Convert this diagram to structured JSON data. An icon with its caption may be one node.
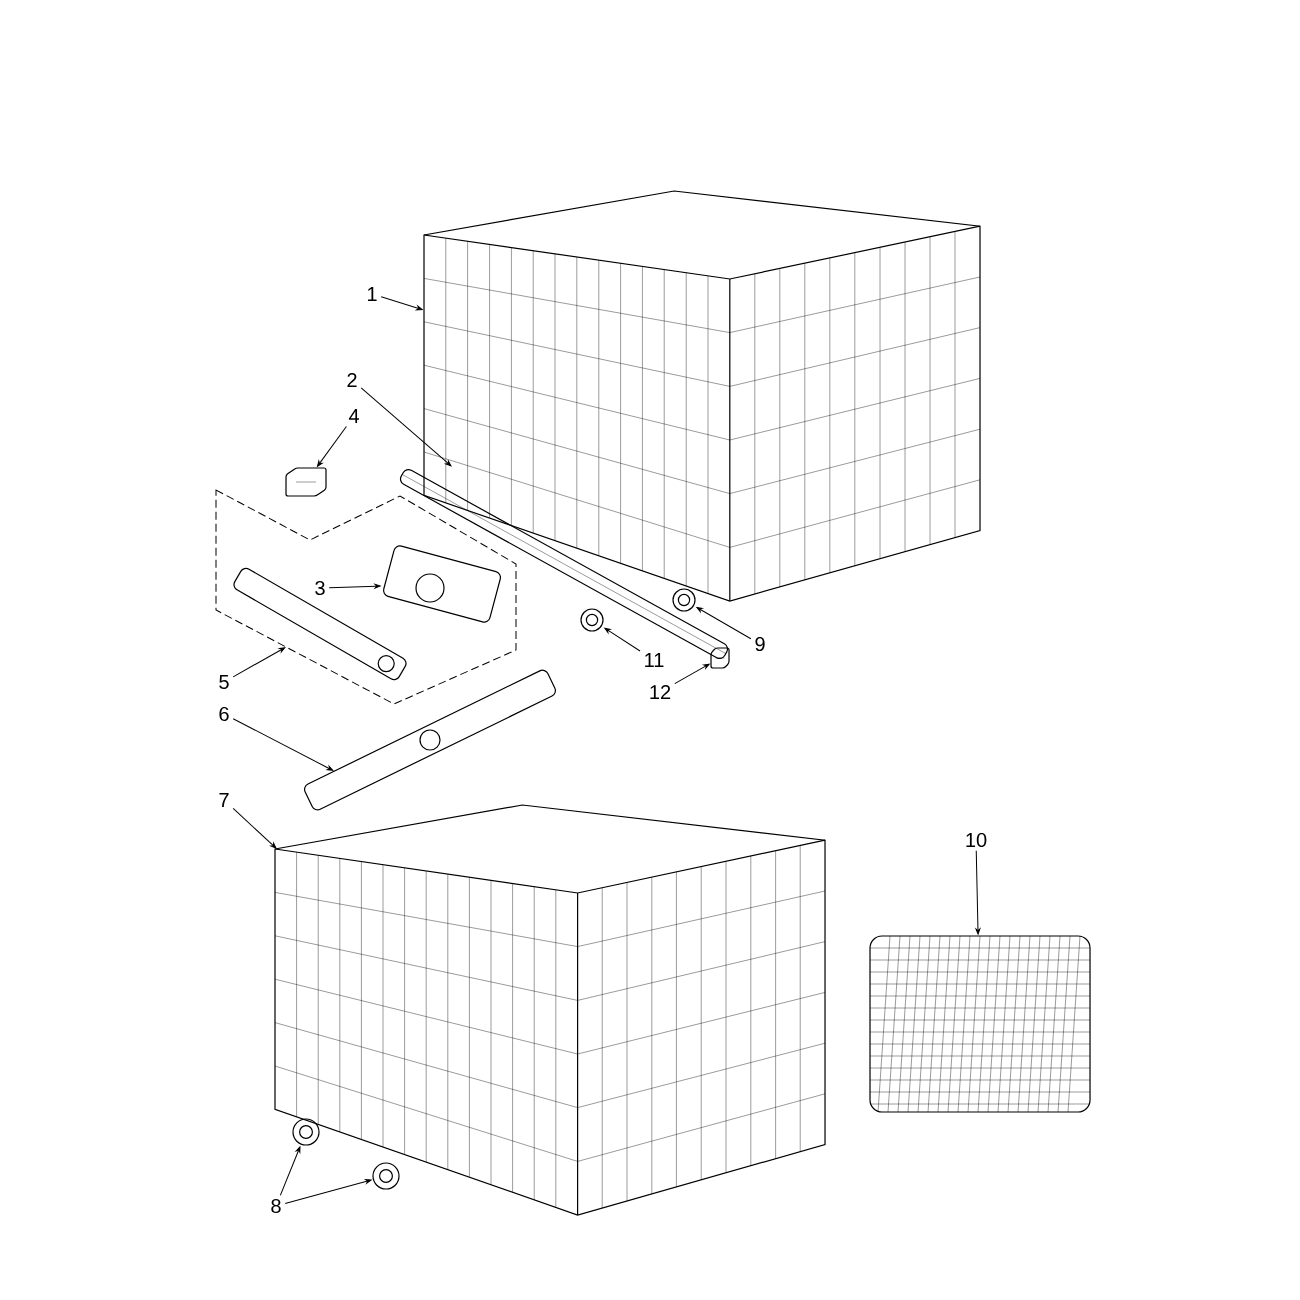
{
  "diagram": {
    "nodes": [
      {
        "text": [
          "1"
        ]
      },
      {
        "text": [],
        "shape": "picture"
      },
      {
        "text": [
          "2"
        ]
      },
      {
        "text": [],
        "shape": "picture"
      },
      {
        "text": [
          "4"
        ]
      },
      {
        "text": [],
        "shape": "picture"
      },
      {
        "text": [],
        "shape": "box"
      },
      {
        "text": [
          "3"
        ],
        "in": 6
      },
      {
        "text": [],
        "shape": "picture",
        "in": 6
      },
      {
        "text": [
          "5"
        ]
      },
      {
        "text": [],
        "shape": "picture",
        "in": 6
      },
      {
        "text": [
          "9"
        ]
      },
      {
        "text": [],
        "shape": "picture"
      },
      {
        "text": [
          "11"
        ]
      },
      {
        "text": [],
        "shape": "picture"
      },
      {
        "text": [
          "12"
        ]
      },
      {
        "text": [],
        "shape": "picture"
      },
      {
        "text": [
          "6"
        ]
      },
      {
        "text": [],
        "shape": "picture"
      },
      {
        "text": [
          "7"
        ]
      },
      {
        "text": [],
        "shape": "picture"
      },
      {
        "text": [
          "10"
        ]
      },
      {
        "text": [],
        "shape": "picture"
      },
      {
        "text": [
          "8"
        ]
      },
      {
        "text": [],
        "shape": "picture"
      },
      {
        "text": [],
        "shape": "picture"
      }
    ],
    "edges": [
      {
        "from": 0,
        "to": 1,
        "arrow": "to"
      },
      {
        "from": 2,
        "to": 3,
        "arrow": "to"
      },
      {
        "from": 4,
        "to": 5,
        "arrow": "to"
      },
      {
        "from": 7,
        "to": 8,
        "arrow": "to"
      },
      {
        "from": 9,
        "to": 6,
        "arrow": "to"
      },
      {
        "from": 11,
        "to": 12,
        "arrow": "to"
      },
      {
        "from": 13,
        "to": 14,
        "arrow": "to"
      },
      {
        "from": 15,
        "to": 16,
        "arrow": "to"
      },
      {
        "from": 17,
        "to": 18,
        "arrow": "to"
      },
      {
        "from": 19,
        "to": 20,
        "arrow": "to"
      },
      {
        "from": 21,
        "to": 22,
        "arrow": "to"
      },
      {
        "from": 23,
        "to": 24,
        "arrow": "to"
      },
      {
        "from": 23,
        "to": 25,
        "arrow": "to"
      }
    ]
  }
}
